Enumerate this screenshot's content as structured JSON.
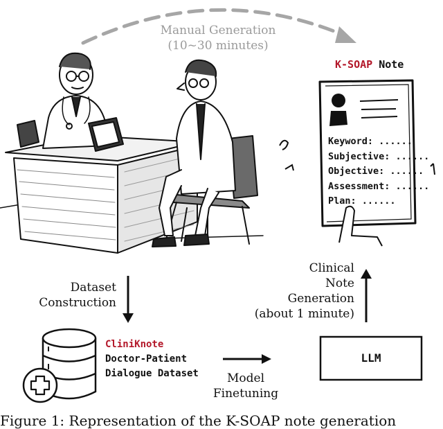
{
  "manual": {
    "line1": "Manual Generation",
    "line2": "(10~30 minutes)"
  },
  "note": {
    "title_brand": "K-SOAP",
    "title_rest": " Note",
    "fields": [
      "Keyword: ......",
      "Subjective: ......",
      "Objective: ......",
      "Assessment: ......",
      "Plan: ......"
    ]
  },
  "left_arrow": {
    "line1": "Dataset",
    "line2": "Construction"
  },
  "right_arrow": {
    "line1": "Clinical",
    "line2": "Note",
    "line3": "Generation",
    "line4": "(about 1 minute)"
  },
  "dataset": {
    "brand": "CliniKnote",
    "line2": "Doctor-Patient",
    "line3": "Dialogue Dataset"
  },
  "middle_arrow": {
    "line1": "Model",
    "line2": "Finetuning"
  },
  "llm": {
    "label": "LLM"
  },
  "caption": {
    "text": "Figure 1: Representation of the K-SOAP note generation"
  },
  "colors": {
    "accent_red": "#b3182a",
    "arrow_grey": "#a6a6a6",
    "ink": "#111111"
  }
}
